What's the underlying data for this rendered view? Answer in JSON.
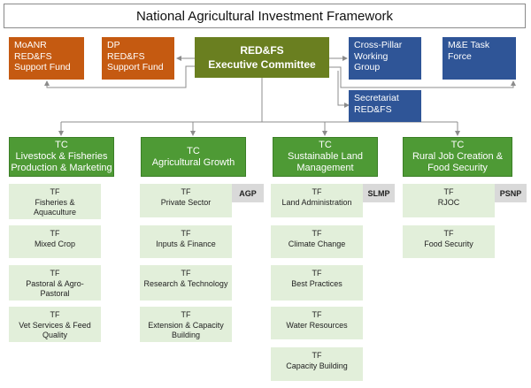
{
  "title": "National Agricultural Investment Framework",
  "top_boxes": {
    "moanr": [
      "MoANR",
      "RED&FS",
      "Support Fund"
    ],
    "dp": [
      "DP",
      "RED&FS",
      "Support Fund"
    ],
    "exec": [
      "RED&FS",
      "Executive Committee"
    ],
    "cross_pillar": [
      "Cross-Pillar",
      "Working",
      "Group"
    ],
    "me_task": [
      "M&E Task",
      "Force"
    ],
    "secretariat": [
      "Secretariat",
      "RED&FS"
    ]
  },
  "columns": [
    {
      "tc_label": "TC",
      "tc_name": [
        "Livestock & Fisheries",
        "Production & Marketing"
      ],
      "tag": "",
      "tfs": [
        {
          "label": "TF",
          "name": [
            "Fisheries &",
            "Aquaculture"
          ]
        },
        {
          "label": "TF",
          "name": [
            "Mixed Crop"
          ]
        },
        {
          "label": "TF",
          "name": [
            "Pastoral & Agro-",
            "Pastoral"
          ]
        },
        {
          "label": "TF",
          "name": [
            "Vet Services & Feed",
            "Quality"
          ]
        }
      ]
    },
    {
      "tc_label": "TC",
      "tc_name": [
        "Agricultural Growth"
      ],
      "tag": "AGP",
      "tfs": [
        {
          "label": "TF",
          "name": [
            "Private Sector"
          ]
        },
        {
          "label": "TF",
          "name": [
            "Inputs & Finance"
          ]
        },
        {
          "label": "TF",
          "name": [
            "Research & Technology"
          ]
        },
        {
          "label": "TF",
          "name": [
            "Extension & Capacity",
            "Building"
          ]
        }
      ]
    },
    {
      "tc_label": "TC",
      "tc_name": [
        "Sustainable Land",
        "Management"
      ],
      "tag": "SLMP",
      "tfs": [
        {
          "label": "TF",
          "name": [
            "Land Administration"
          ]
        },
        {
          "label": "TF",
          "name": [
            "Climate Change"
          ]
        },
        {
          "label": "TF",
          "name": [
            "Best Practices"
          ]
        },
        {
          "label": "TF",
          "name": [
            "Water Resources"
          ]
        },
        {
          "label": "TF",
          "name": [
            "Capacity Building"
          ]
        }
      ]
    },
    {
      "tc_label": "TC",
      "tc_name": [
        "Rural Job Creation &",
        "Food Security"
      ],
      "tag": "PSNP",
      "tfs": [
        {
          "label": "TF",
          "name": [
            "RJOC"
          ]
        },
        {
          "label": "TF",
          "name": [
            "Food Security"
          ]
        }
      ]
    }
  ],
  "colors": {
    "orange": "#c55a11",
    "blue": "#2f5597",
    "olive": "#6a7f20",
    "tc_green": "#4e9a35",
    "tf_green": "#e2efda",
    "tag_gray": "#d9d9d9",
    "connector": "#8c8c8c"
  }
}
